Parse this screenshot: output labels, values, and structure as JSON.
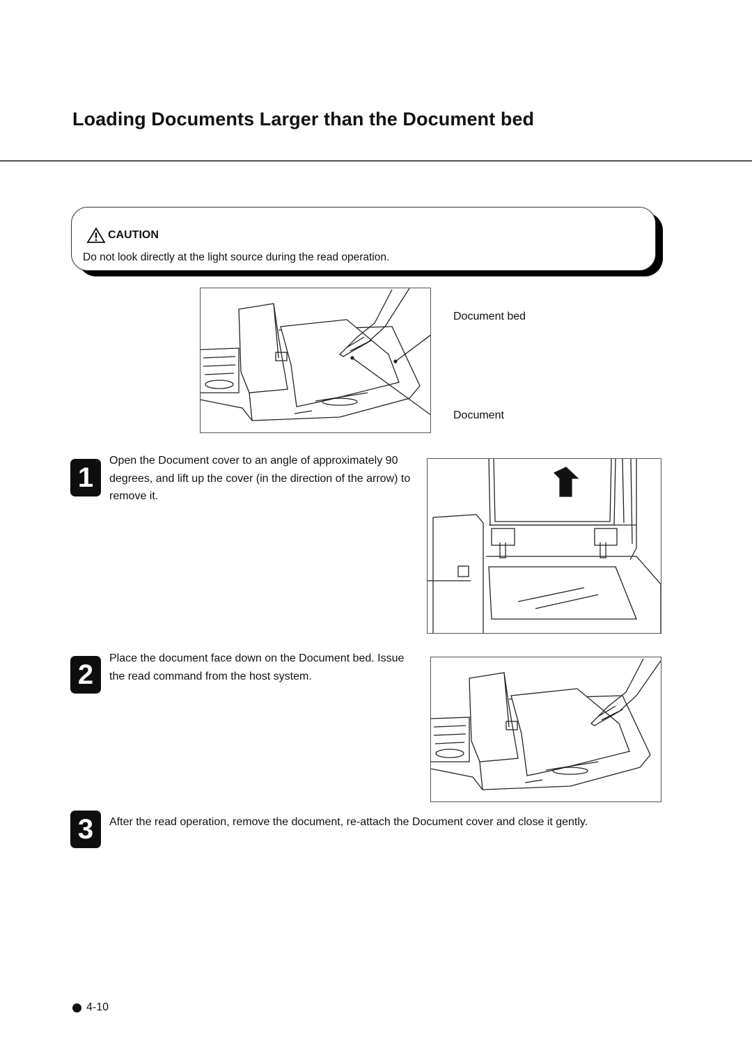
{
  "title": "Loading Documents Larger than the Document bed",
  "caution": {
    "label": "CAUTION",
    "text": "Do not look directly at the light source during the read operation."
  },
  "figure_callouts": {
    "document_bed": "Document bed",
    "document": "Document"
  },
  "steps": [
    {
      "number": "1",
      "text": "Open the Document cover to an angle of approximately 90 degrees, and lift up the cover (in the direction of the arrow) to remove it."
    },
    {
      "number": "2",
      "text": "Place the document face down on the Document bed. Issue the read command from the host system."
    },
    {
      "number": "3",
      "text": "After the read operation, remove the document, re-attach the Document cover and close it gently."
    }
  ],
  "footer": {
    "page_number": "4-10"
  }
}
